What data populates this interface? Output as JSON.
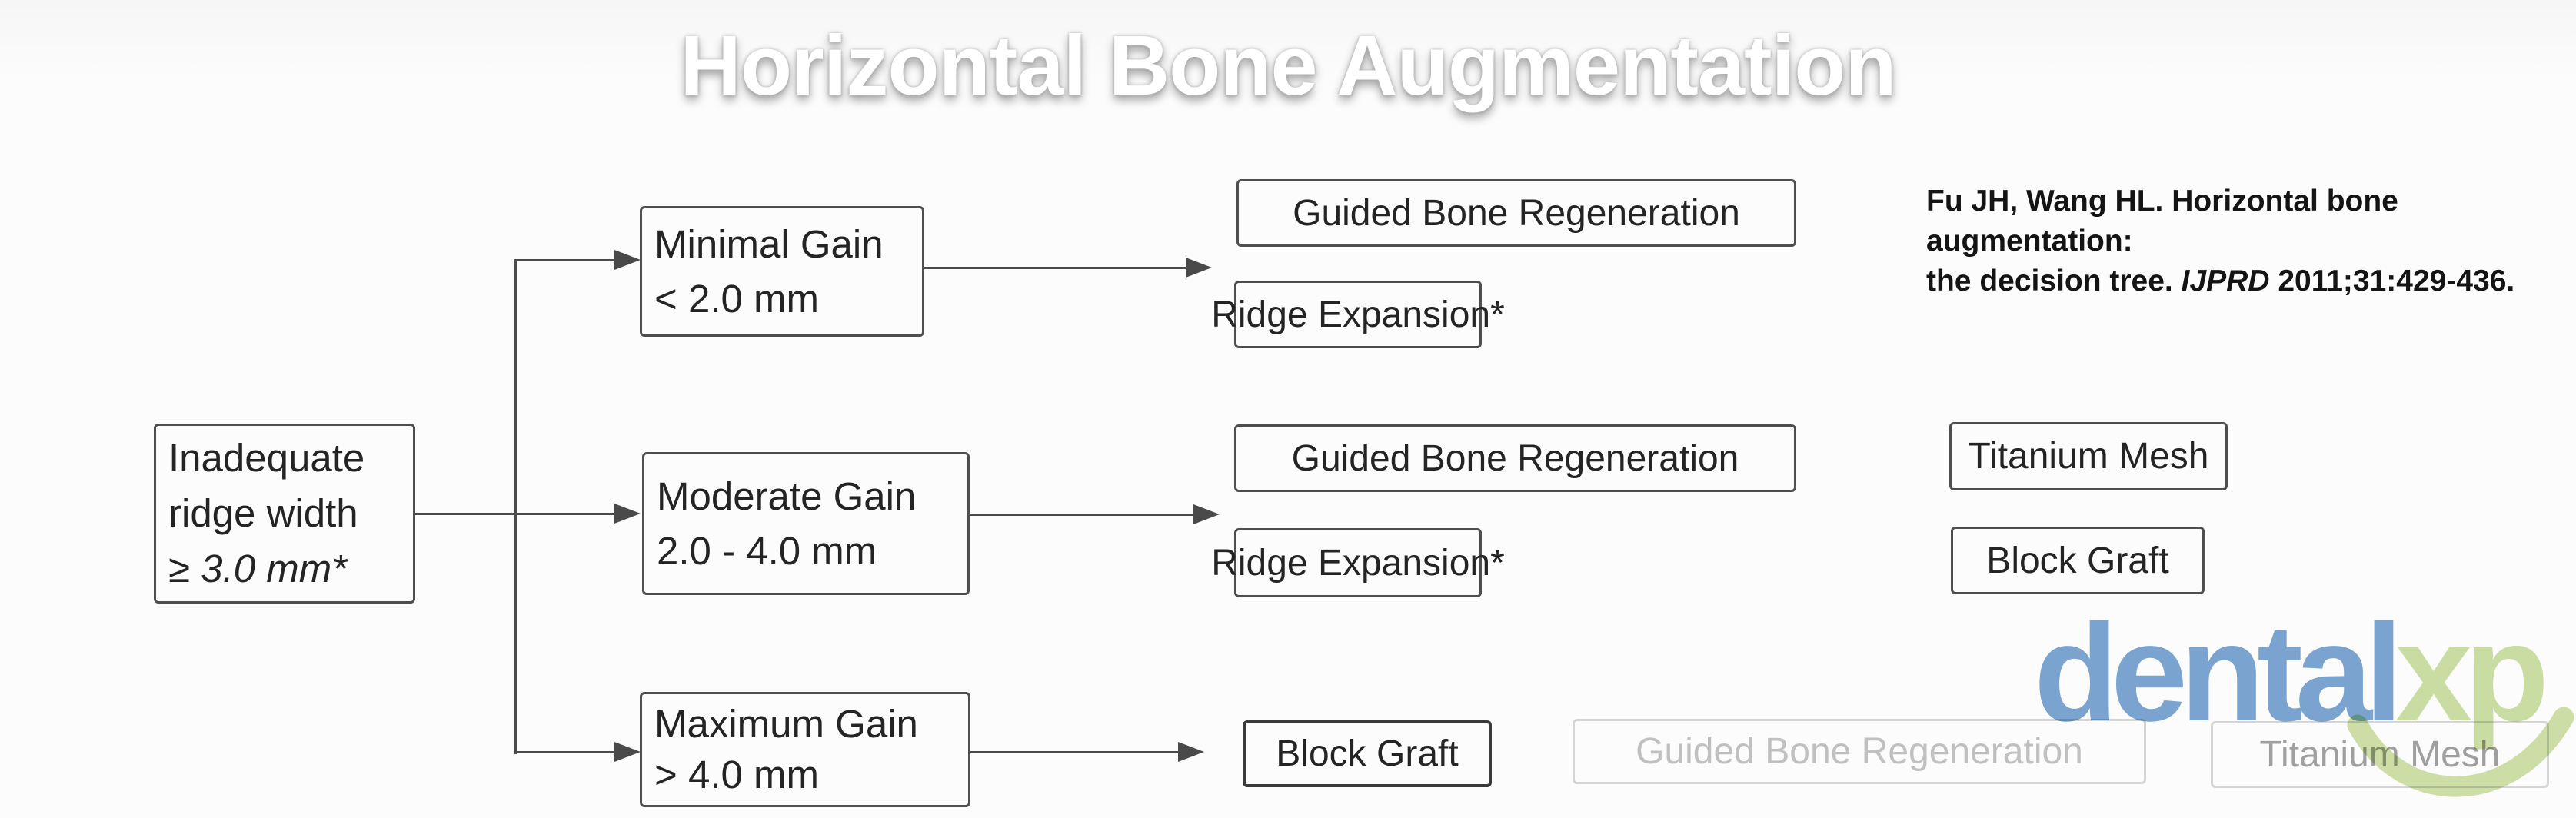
{
  "title": {
    "text": "Horizontal Bone Augmentation"
  },
  "citation": {
    "line1": "Fu JH, Wang HL. Horizontal bone augmentation:",
    "line2_pre": "the decision tree. ",
    "journal": "IJPRD",
    "line2_post": " 2011;31:429-436."
  },
  "root_box": {
    "line1": "Inadequate",
    "line2": "ridge width",
    "line3": "≥ 3.0 mm*"
  },
  "gain_boxes": {
    "minimal": {
      "line1": "Minimal Gain",
      "line2": "< 2.0 mm"
    },
    "moderate": {
      "line1": "Moderate Gain",
      "line2": "2.0 - 4.0 mm"
    },
    "maximum": {
      "line1": "Maximum Gain",
      "line2": "> 4.0 mm"
    }
  },
  "options": {
    "row1_gbr": "Guided Bone Regeneration",
    "row1_ridge_expansion": "Ridge Expansion*",
    "row2_gbr": "Guided Bone Regeneration",
    "row2_ridge_expansion": "Ridge Expansion*",
    "row2_titanium_mesh": "Titanium Mesh",
    "row2_block_graft": "Block Graft",
    "row3_block_graft": "Block Graft",
    "row3_gbr_faded": "Guided Bone Regeneration",
    "row3_titanium_mesh_faded": "Titanium Mesh"
  },
  "watermark": {
    "part1": "dental",
    "part2": "xp"
  },
  "colors": {
    "line": "#4a4a4a",
    "watermark_blue": "#7BA6D2",
    "watermark_green": "#CCDFA3",
    "faded_border": "#d5d5d5",
    "faded_text": "#c0c0c0"
  }
}
